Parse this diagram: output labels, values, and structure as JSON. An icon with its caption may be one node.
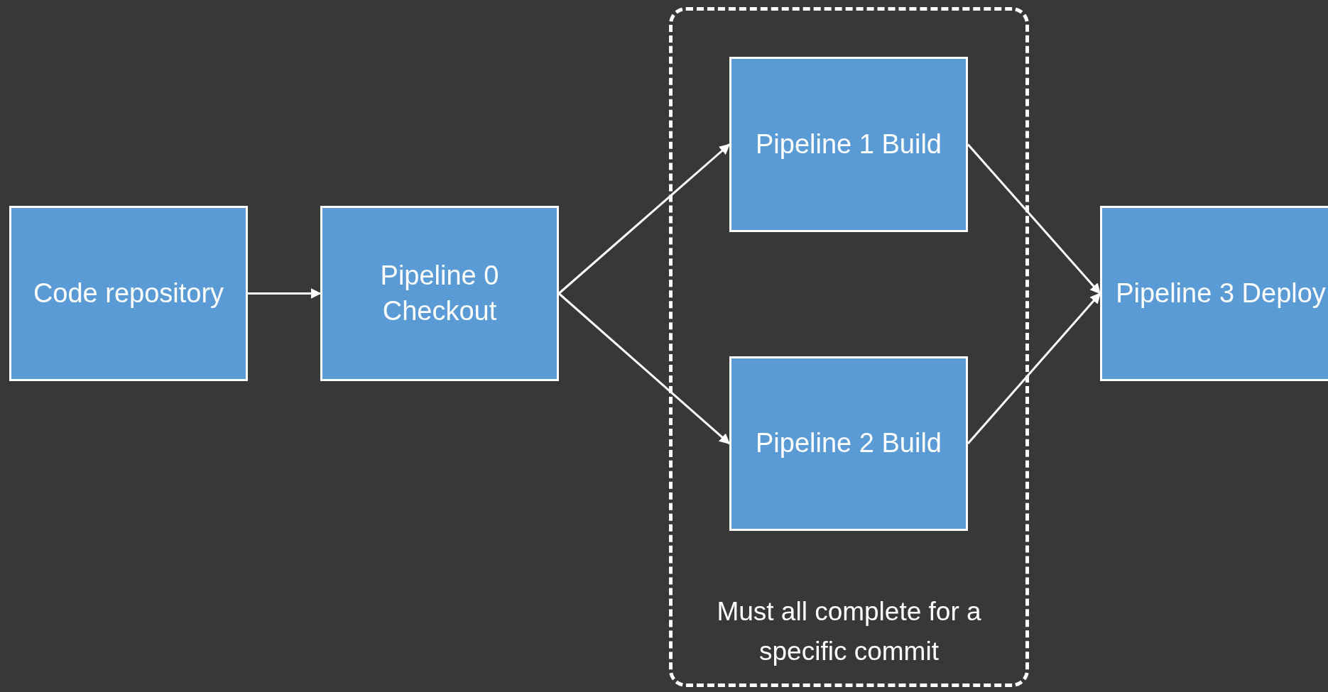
{
  "diagram": {
    "nodes": [
      {
        "text": [
          "Code repository"
        ]
      },
      {
        "text": [
          "Pipeline 0 Checkout"
        ]
      },
      {
        "text": [
          "Must all complete for a specific commit"
        ]
      },
      {
        "text": [
          "Pipeline 1 Build"
        ],
        "in": 2
      },
      {
        "text": [
          "Pipeline 2 Build"
        ],
        "in": 2
      },
      {
        "text": [
          "Pipeline 3 Deploy"
        ]
      }
    ],
    "edges": [
      {
        "from": 0,
        "to": 1,
        "arrow": "to"
      },
      {
        "from": 1,
        "to": 3,
        "arrow": "to"
      },
      {
        "from": 1,
        "to": 4,
        "arrow": "to"
      },
      {
        "from": 3,
        "to": 5,
        "arrow": "to"
      },
      {
        "from": 4,
        "to": 5,
        "arrow": "to"
      }
    ]
  }
}
